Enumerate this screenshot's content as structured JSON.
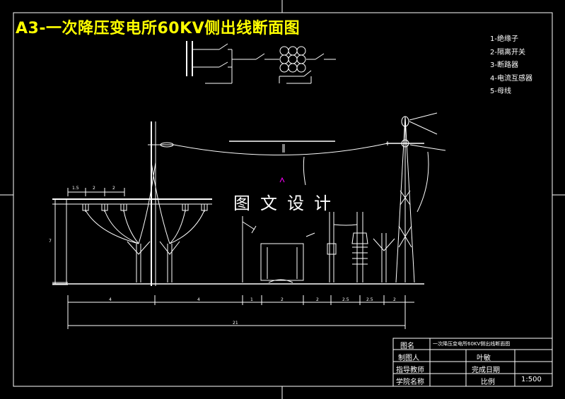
{
  "title": "A3-一次降压变电所60KV侧出线断面图",
  "watermark": "图文设计",
  "legend": [
    "1-绝缘子",
    "2-隔离开关",
    "3-断路器",
    "4-电流互感器",
    "5-母线"
  ],
  "title_block": {
    "row1_label": "图名",
    "row1_value": "一次降压变电所60KV侧出线断面图",
    "designer_label": "制图人",
    "designer_value": "叶敏",
    "advisor_label": "指导教师",
    "finish_date_label": "完成日期",
    "school_label": "学院名称",
    "scale_label": "比例",
    "scale_value": "1:500"
  },
  "dimensions": {
    "bottom_segments": [
      "4",
      "4",
      "1",
      "2",
      "2",
      "2.5",
      "2.5",
      "2"
    ],
    "total": "21",
    "top_segments": [
      "1.5",
      "2",
      "2"
    ],
    "height_left": "7"
  },
  "colors": {
    "background": "#000000",
    "lines": "#ffffff",
    "title": "#ffff00",
    "marker": "#ff00ff"
  }
}
